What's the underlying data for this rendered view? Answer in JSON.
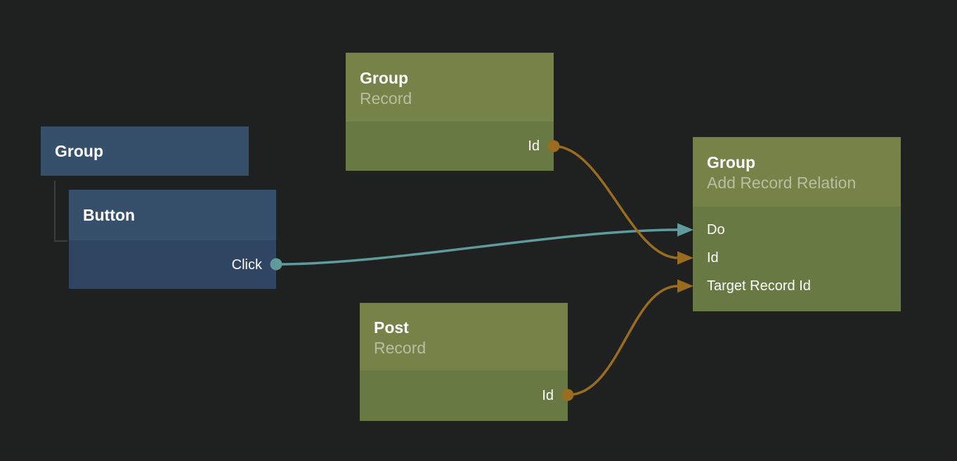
{
  "colors": {
    "background": "#1f2020",
    "node_green_header": "#758349",
    "node_green_body": "#697943",
    "node_blue_header": "#36506b",
    "node_blue_body": "#2f4561",
    "edge_teal": "#5f9a9c",
    "edge_orange": "#9a6c1f",
    "tree_line": "#3d3d3d",
    "title_color": "#ffffff",
    "subtitle_color": "rgba(255,255,255,0.48)",
    "label_color": "#ffffff"
  },
  "nodes": [
    {
      "title": "Group",
      "subtitle": "Record",
      "outputs": [
        {
          "label": "Id",
          "color": "orange"
        }
      ]
    },
    {
      "title": "Group"
    },
    {
      "title": "Button",
      "outputs": [
        {
          "label": "Click",
          "color": "teal"
        }
      ]
    },
    {
      "title": "Group",
      "subtitle": "Add Record Relation",
      "inputs": [
        {
          "label": "Do",
          "color": "teal"
        },
        {
          "label": "Id",
          "color": "orange"
        },
        {
          "label": "Target Record Id",
          "color": "orange"
        }
      ]
    },
    {
      "title": "Post",
      "subtitle": "Record",
      "outputs": [
        {
          "label": "Id",
          "color": "orange"
        }
      ]
    }
  ],
  "edges": [
    {
      "from": "Button.Click",
      "to": "Group.Do",
      "color": "teal"
    },
    {
      "from": "Group (Record).Id",
      "to": "Group.Id",
      "color": "orange"
    },
    {
      "from": "Post (Record).Id",
      "to": "Group.Target Record Id",
      "color": "orange"
    },
    {
      "from": "Group",
      "to": "Button",
      "type": "parent-child"
    }
  ]
}
